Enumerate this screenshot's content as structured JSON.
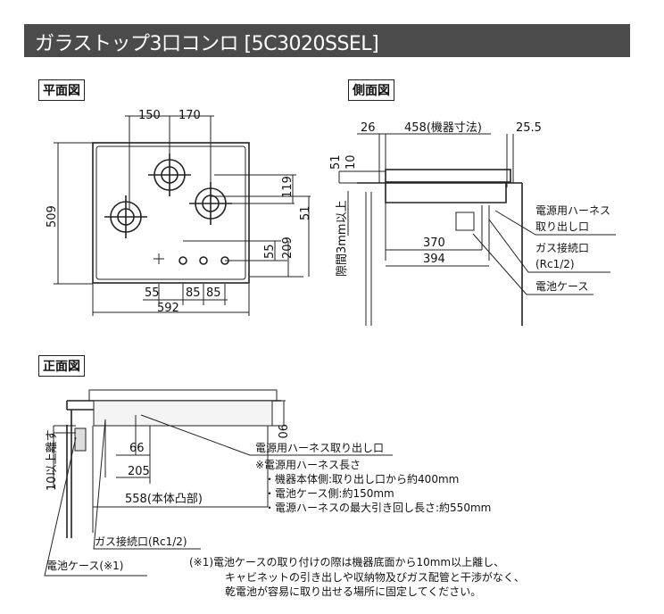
{
  "title": "ガラストップ3口コンロ [5C3020SSEL]",
  "views": {
    "plan": {
      "label": "平面図",
      "dims": {
        "w150": "150",
        "w170": "170",
        "h509": "509",
        "h119": "119",
        "h51": "51",
        "h55": "55",
        "h209": "209",
        "b55": "55",
        "b85a": "85",
        "b85b": "85",
        "w592": "592"
      }
    },
    "side": {
      "label": "側面図",
      "dims": {
        "d26": "26",
        "d458": "458(機器寸法)",
        "d25_5": "25.5",
        "h51": "51",
        "h10": "10",
        "gap": "隙間3mm以上",
        "d370": "370",
        "d394": "394"
      },
      "callouts": {
        "harness_1": "電源用ハーネス",
        "harness_2": "取り出し口",
        "gas_1": "ガス接続口",
        "gas_2": "(Rc1/2)",
        "battery": "電池ケース"
      }
    },
    "front": {
      "label": "正面図",
      "dims": {
        "h90": "90",
        "d66": "66",
        "d205": "205",
        "d558": "558(本体凸部)",
        "clear10": "10以上離す"
      },
      "callouts": {
        "harness_title": "電源用ハーネス取り出し口",
        "harness_len": "※電源用ハーネス長さ",
        "len_body": "・機器本体側:取り出し口から約400mm",
        "len_battery": "・電池ケース側:約150mm",
        "len_max": "・電源ハーネスの最大引き回し長さ:約550mm",
        "gas": "ガス接続口(Rc1/2)",
        "battery": "電池ケース(※1)"
      },
      "footnote": [
        "(※1)電池ケースの取り付けの際は機器底面から10mm以上離し、",
        "キャビネットの引き出しや収納物及びガス配管と干渉がなく、",
        "乾電池が容易に取り出せる場所に固定してください。"
      ]
    }
  }
}
